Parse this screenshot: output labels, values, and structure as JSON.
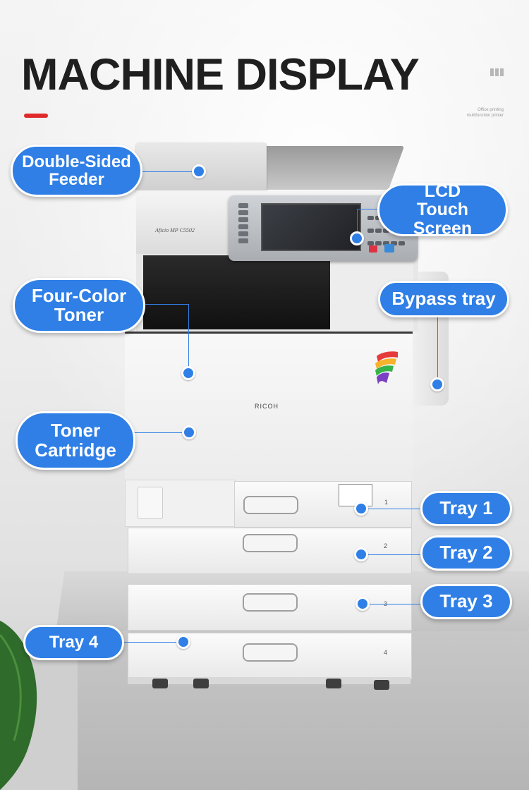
{
  "header": {
    "title": "MACHINE DISPLAY",
    "side_note_line1": "Office printing",
    "side_note_line2": "multifunction printer"
  },
  "printer": {
    "model_label": "Aficio MP C5502",
    "brand_label": "RICOH",
    "tray_numbers": [
      "1",
      "2",
      "3",
      "4"
    ]
  },
  "callouts": {
    "double_sided_feeder": "Double-Sided Feeder",
    "lcd_touch_screen": "LCD Touch Screen",
    "four_color_toner": "Four-Color Toner",
    "bypass_tray": "Bypass tray",
    "toner_cartridge": "Toner Cartridge",
    "tray_1": "Tray 1",
    "tray_2": "Tray 2",
    "tray_3": "Tray 3",
    "tray_4": "Tray 4"
  },
  "colors": {
    "accent_blue": "#2f7fe6",
    "title_underline": "#e02a2a",
    "title_text": "#1f1f1f"
  },
  "icons": [
    "menu-bars-icon",
    "rainbow-logo-icon",
    "callout-dot-icon"
  ]
}
